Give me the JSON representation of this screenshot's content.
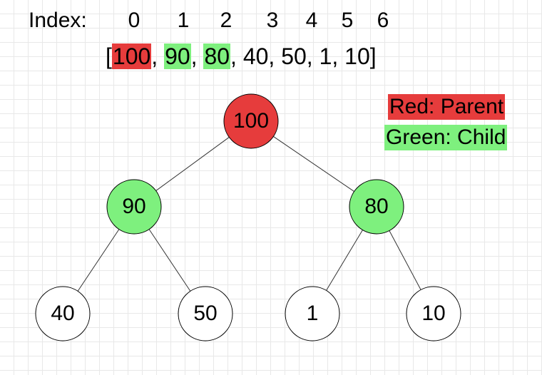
{
  "colors": {
    "parent": "#e63c3c",
    "child": "#7ef07e",
    "neutral": "#ffffff",
    "edge": "#333333"
  },
  "index_label": "Index:",
  "indices": [
    "0",
    "1",
    "2",
    "3",
    "4",
    "5",
    "6"
  ],
  "array": {
    "open": "[",
    "close": "]",
    "separator": ", ",
    "items": [
      {
        "value": "100",
        "role": "parent"
      },
      {
        "value": "90",
        "role": "child"
      },
      {
        "value": "80",
        "role": "child"
      },
      {
        "value": "40",
        "role": "none"
      },
      {
        "value": "50",
        "role": "none"
      },
      {
        "value": "1",
        "role": "none"
      },
      {
        "value": "10",
        "role": "none"
      }
    ]
  },
  "legend": {
    "parent": "Red: Parent",
    "child": "Green: Child"
  },
  "tree": {
    "nodes": [
      {
        "id": "n0",
        "label": "100",
        "role": "parent"
      },
      {
        "id": "n1",
        "label": "90",
        "role": "child"
      },
      {
        "id": "n2",
        "label": "80",
        "role": "child"
      },
      {
        "id": "n3",
        "label": "40",
        "role": "none"
      },
      {
        "id": "n4",
        "label": "50",
        "role": "none"
      },
      {
        "id": "n5",
        "label": "1",
        "role": "none"
      },
      {
        "id": "n6",
        "label": "10",
        "role": "none"
      }
    ],
    "edges": [
      [
        "n0",
        "n1"
      ],
      [
        "n0",
        "n2"
      ],
      [
        "n1",
        "n3"
      ],
      [
        "n1",
        "n4"
      ],
      [
        "n2",
        "n5"
      ],
      [
        "n2",
        "n6"
      ]
    ]
  }
}
